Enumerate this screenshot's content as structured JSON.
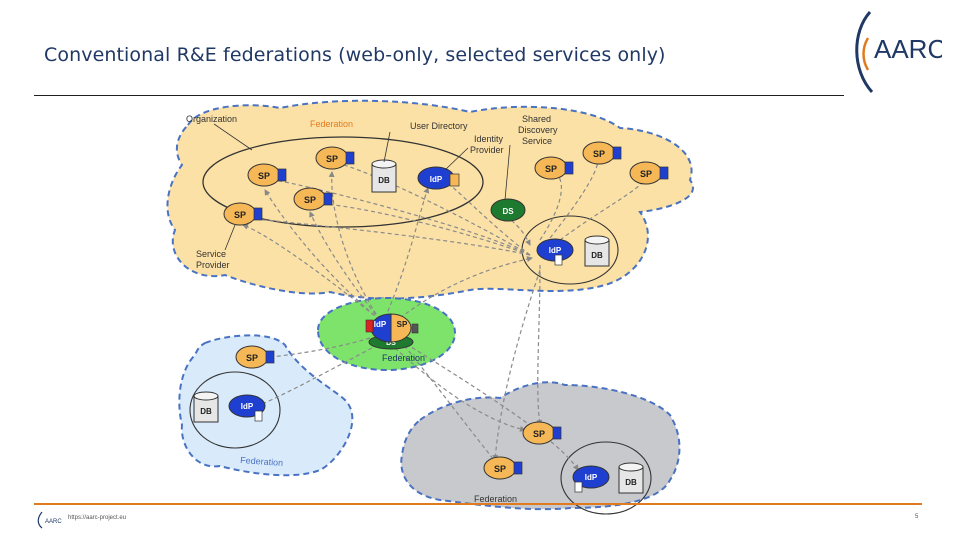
{
  "slide": {
    "title": "Conventional R&E federations (web-only, selected services only)",
    "footer_url": "https://aarc-project.eu",
    "page_number": "5"
  },
  "logo": {
    "text": "AARC",
    "icon": "aarc-bracket-logo"
  },
  "colors": {
    "title": "#1f3864",
    "main_federation_fill": "#fbe1a6",
    "green_federation_fill": "#7de36a",
    "blue_federation_fill": "#d9ebfb",
    "grey_federation_fill": "#c8c9cc",
    "boundary_dash": "#4a72c2",
    "sp_fill": "#f6b857",
    "idp_fill": "#1f3fd1",
    "ds_fill": "#1e7a2e",
    "accent_rule": "#e07b1f"
  },
  "diagram": {
    "labels": {
      "organization": "Organization",
      "federation_main": "Federation",
      "user_directory": "User Directory",
      "identity_provider": "Identity\nProvider",
      "shared_discovery_service": "Shared\nDiscovery\nService",
      "service_provider": "Service\nProvider",
      "federation_green": "Federation",
      "federation_blue": "Federation",
      "federation_grey": "Federation"
    },
    "node_text": {
      "sp": "SP",
      "idp": "IdP",
      "db": "DB",
      "ds": "DS"
    }
  }
}
